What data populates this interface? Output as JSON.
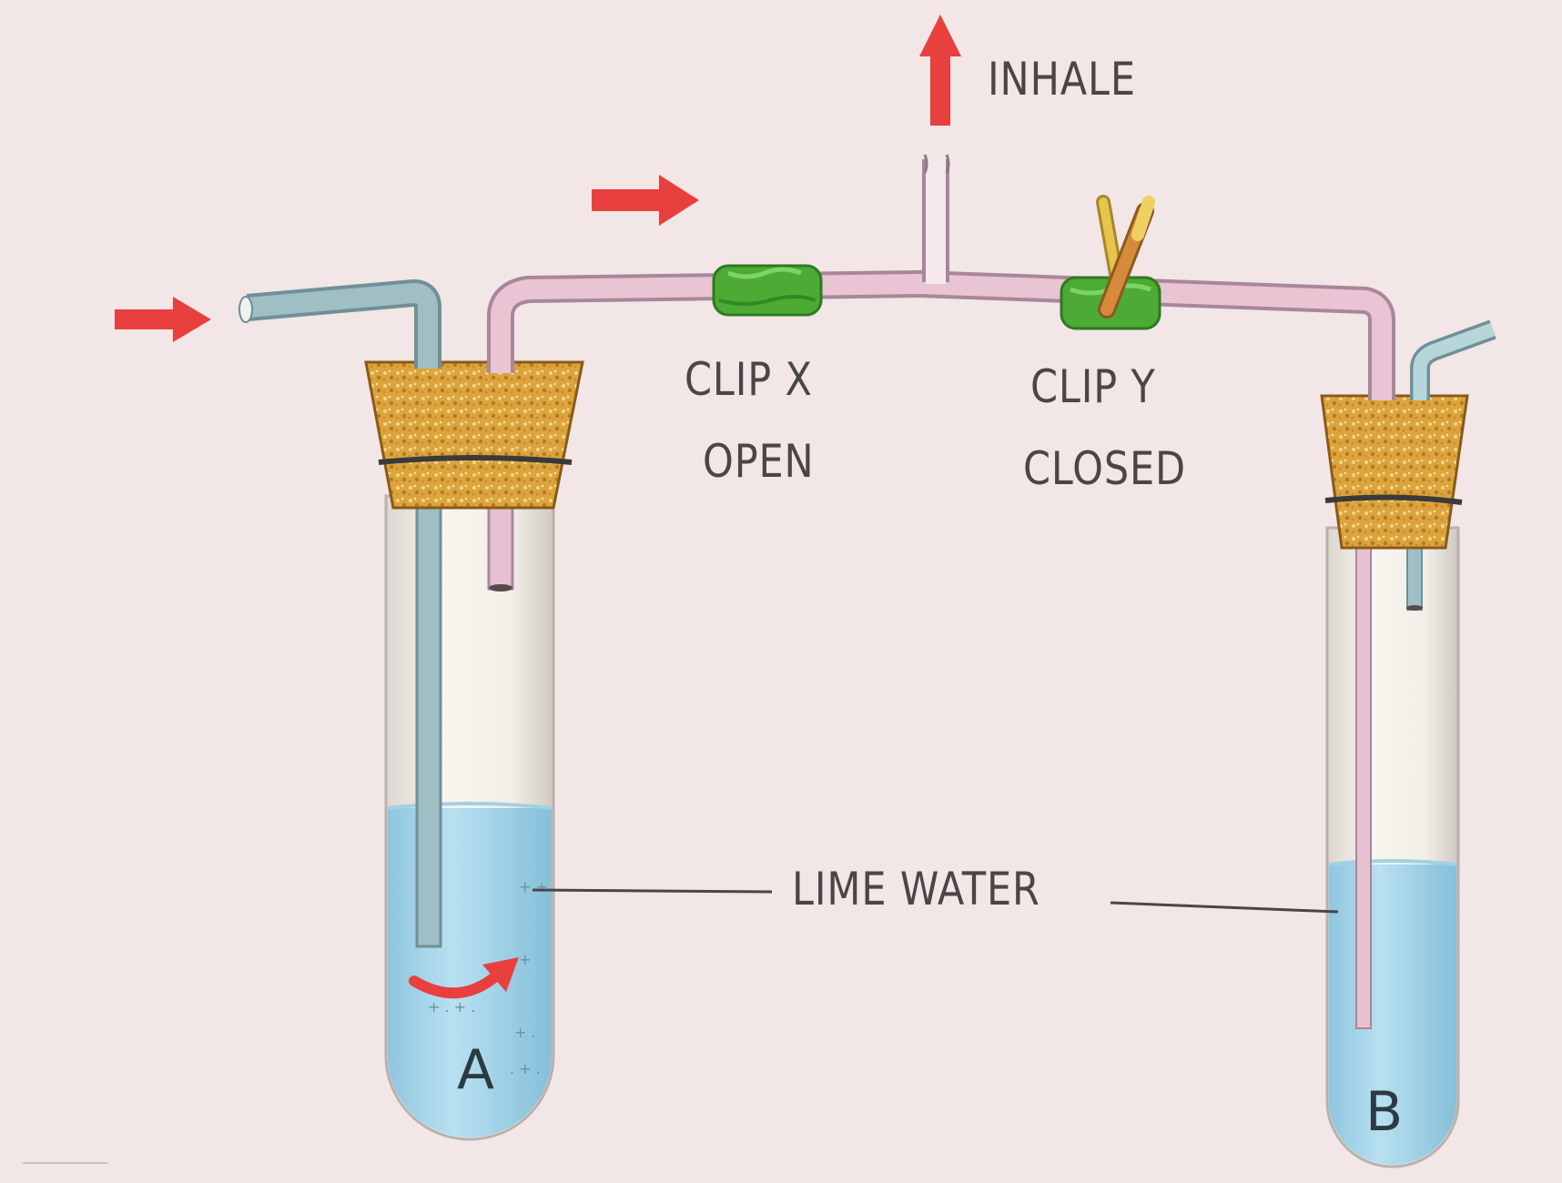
{
  "labels": {
    "inhale": "INHALE",
    "clip_x_name": "CLIP X",
    "clip_x_state": "OPEN",
    "clip_y_name": "CLIP Y",
    "clip_y_state": "CLOSED",
    "lime_water": "LIME WATER",
    "tube_a": "A",
    "tube_b": "B"
  },
  "colors": {
    "background": "#f2e6e6",
    "arrow": "#e8403e",
    "lime_water": "#a9d6ea",
    "cork": "#d9a23a",
    "clip": "#4caa35",
    "tube_pink": "#e9c4d3",
    "tube_teal": "#8fb5bc"
  },
  "icons": {
    "flow_arrows": "right-arrow-icon",
    "inhale_arrow": "up-arrow-icon",
    "bubble_arrow": "curved-arrow-icon"
  }
}
